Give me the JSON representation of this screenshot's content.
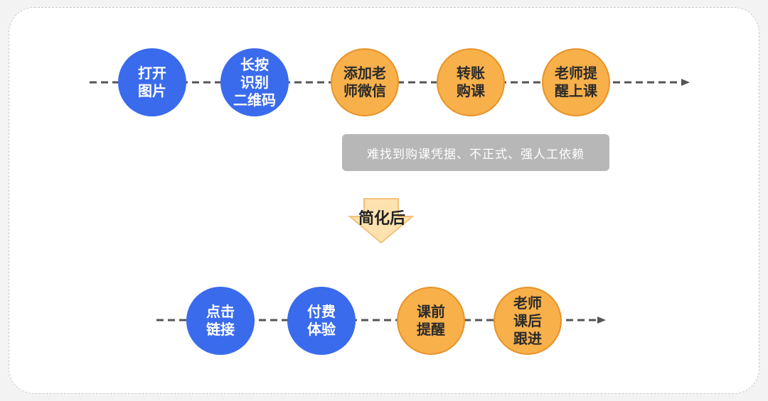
{
  "top_flow": {
    "nodes": [
      {
        "label": "打开\n图片",
        "kind": "blue"
      },
      {
        "label": "长按\n识别\n二维码",
        "kind": "blue"
      },
      {
        "label": "添加老\n师微信",
        "kind": "orange"
      },
      {
        "label": "转账\n购课",
        "kind": "orange"
      },
      {
        "label": "老师提\n醒上课",
        "kind": "orange"
      }
    ],
    "note": "难找到购课凭据、不正式、强人工依赖"
  },
  "transition_label": "简化后",
  "bottom_flow": {
    "nodes": [
      {
        "label": "点击\n链接",
        "kind": "blue"
      },
      {
        "label": "付费\n体验",
        "kind": "blue"
      },
      {
        "label": "课前\n提醒",
        "kind": "orange"
      },
      {
        "label": "老师\n课后\n跟进",
        "kind": "orange"
      }
    ]
  },
  "colors": {
    "blue": "#3a6bec",
    "orange": "#f8b04a",
    "orange_border": "#e8932a",
    "line": "#555555",
    "note_bg": "#b7b7b7",
    "arrow_fill": "#fde2b0",
    "arrow_stroke": "#f2c27a"
  }
}
